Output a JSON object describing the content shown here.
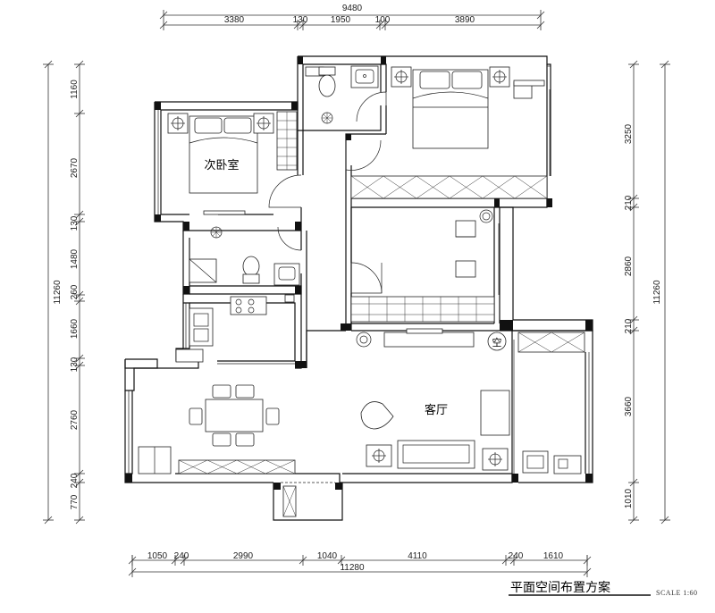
{
  "title": "平面空间布置方案",
  "scale": "SCALE 1:60",
  "rooms": {
    "second_bedroom": "次卧室",
    "living_room": "客厅",
    "ac_mark": "空"
  },
  "dims": {
    "top_total": "9480",
    "top": [
      "3380",
      "130",
      "1950",
      "100",
      "3890"
    ],
    "left_total": "11260",
    "left": [
      "1160",
      "2670",
      "130",
      "1480",
      "260",
      "1660",
      "130",
      "2760",
      "240",
      "770"
    ],
    "right_total": "11260",
    "right": [
      "3250",
      "210",
      "2860",
      "210",
      "3660",
      "1010"
    ],
    "bottom_total": "11280",
    "bottom": [
      "1050",
      "240",
      "2990",
      "1040",
      "4110",
      "240",
      "1610"
    ]
  },
  "colors": {
    "line": "#111111",
    "background": "#ffffff"
  }
}
